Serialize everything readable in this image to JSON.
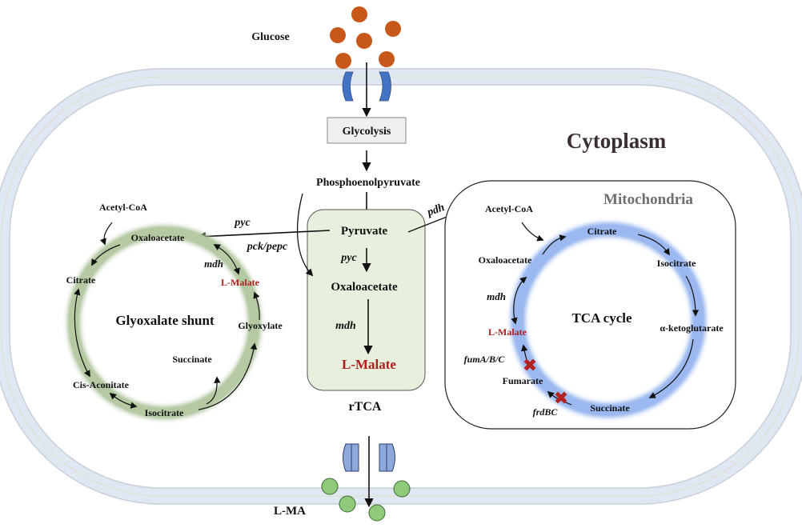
{
  "outside": {
    "glucose": "Glucose",
    "lma": "L-MA"
  },
  "cytoplasm": {
    "title": "Cytoplasm",
    "glycolysis": "Glycolysis",
    "pep": "Phosphoenolpyruvate"
  },
  "rtca": {
    "label": "rTCA",
    "pyruvate": "Pyruvate",
    "pyc": "pyc",
    "oxaloacetate": "Oxaloacetate",
    "mdh": "mdh",
    "malate": "L-Malate"
  },
  "glyoxylate": {
    "title": "Glyoxalate shunt",
    "acetyl_coa": "Acetyl-CoA",
    "oxaloacetate": "Oxaloacetate",
    "citrate": "Citrate",
    "cis_aconitate": "Cis-Aconitate",
    "isocitrate": "Isocitrate",
    "succinate": "Succinate",
    "glyoxylate": "Glyoxylate",
    "malate": "L-Malate",
    "mdh": "mdh",
    "pyc": "pyc",
    "pck_pepc": "pck/pepc"
  },
  "mitochondria": {
    "title": "Mitochondria",
    "cycle": "TCA cycle",
    "pdh": "pdh",
    "acetyl_coa": "Acetyl-CoA",
    "citrate": "Citrate",
    "isocitrate": "Isocitrate",
    "akg": "α-ketoglutarate",
    "succinate": "Succinate",
    "fumarate": "Fumarate",
    "malate": "L-Malate",
    "oxaloacetate": "Oxaloacetate",
    "mdh": "mdh",
    "fum": "fumA/B/C",
    "frd": "frdBC"
  },
  "colors": {
    "glucose": "#c8581a",
    "transporter": "#4472c4",
    "exporter": "#8fa8dc",
    "lma_molecule": "#8fc97a",
    "glyoxylate_ring": "#a9bf96",
    "tca_ring": "#8fb0ee",
    "rtca_box": "#e6f0dc",
    "membrane": "#dde6f2",
    "malate_red": "#b01e1e",
    "block_mark": "#b22222"
  }
}
